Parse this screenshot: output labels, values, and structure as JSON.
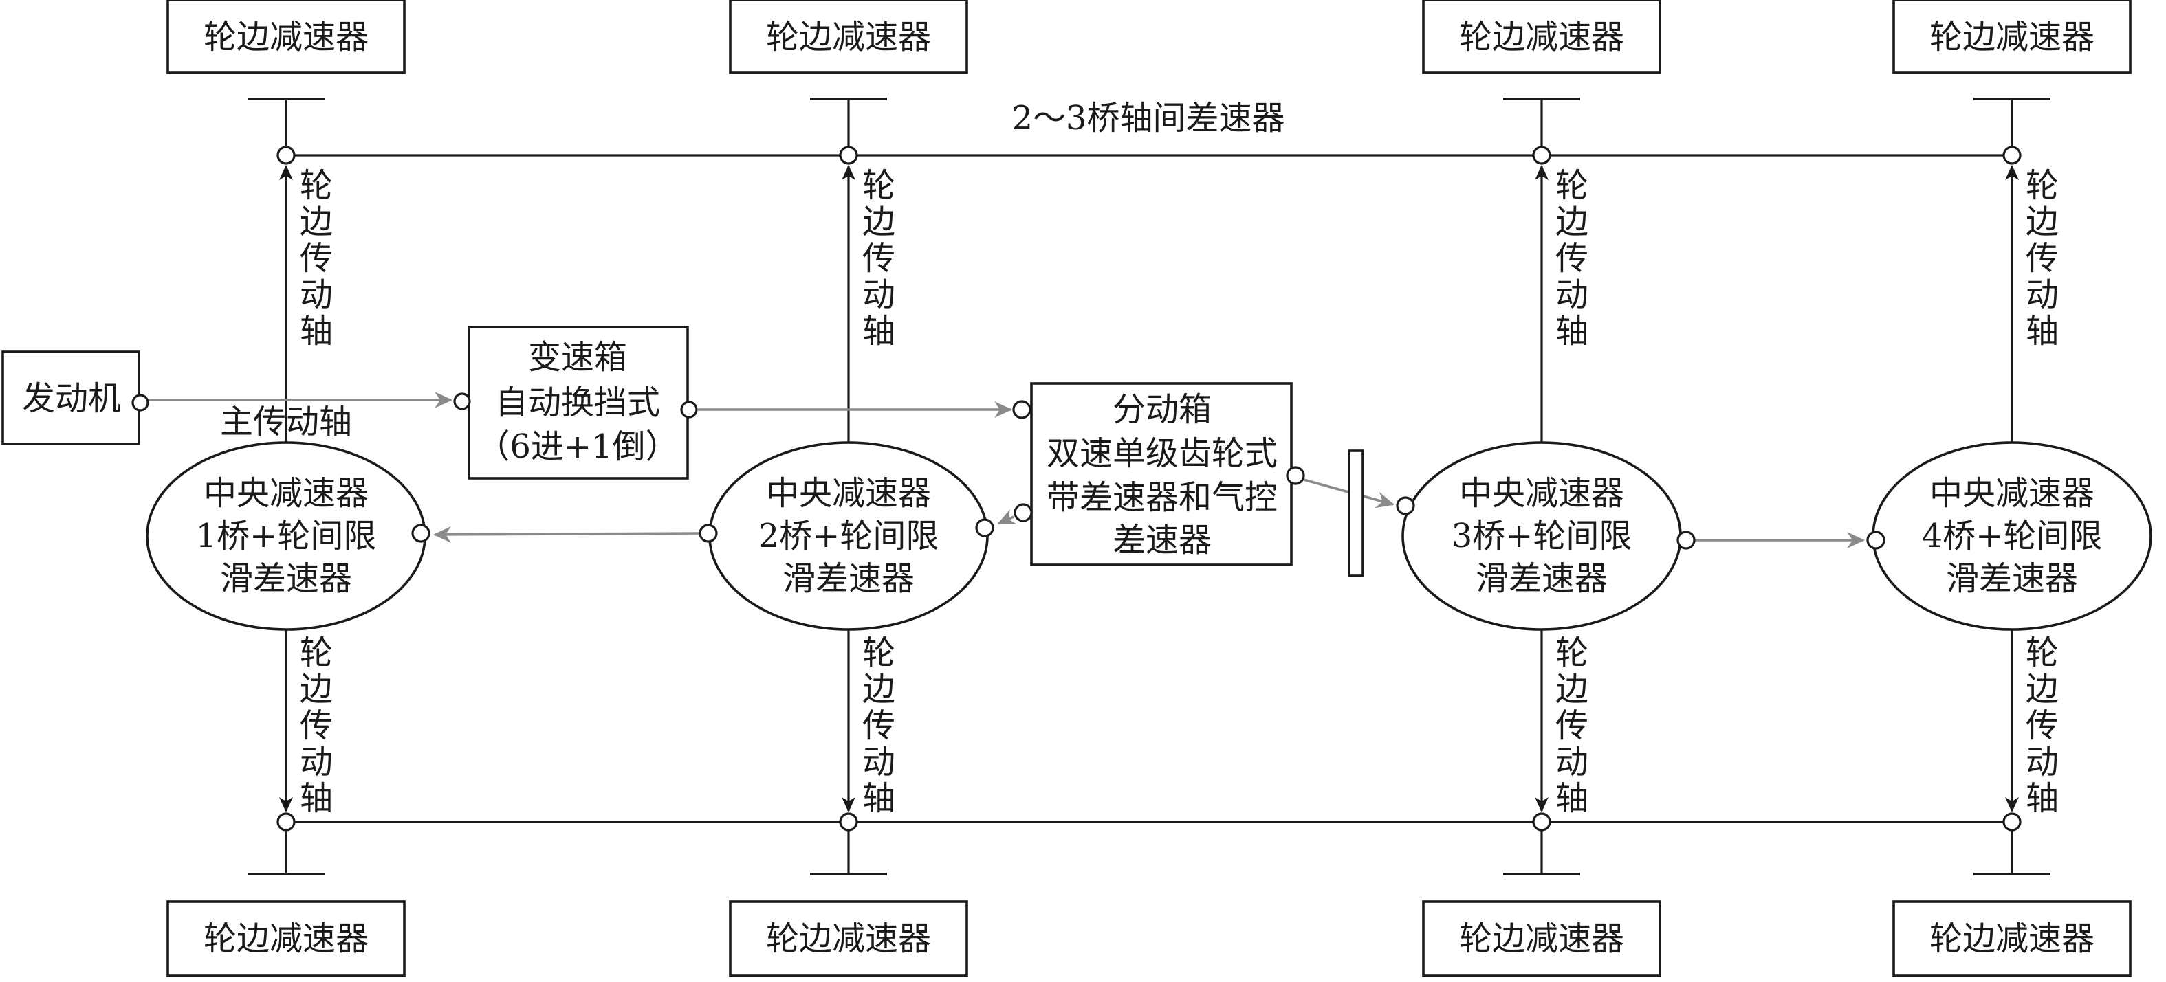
{
  "diagram": {
    "top_reducers": [
      "轮边减速器",
      "轮边减速器",
      "轮边减速器",
      "轮边减速器"
    ],
    "bottom_reducers": [
      "轮边减速器",
      "轮边减速器",
      "轮边减速器",
      "轮边减速器"
    ],
    "inter_axle_label": "2～3桥轴间差速器",
    "side_shaft_label": [
      "轮",
      "边",
      "传",
      "动",
      "轴"
    ],
    "engine": "发动机",
    "main_shaft": "主传动轴",
    "gearbox": [
      "变速箱",
      "自动换挡式",
      "（6进+1倒）"
    ],
    "transfer_case": [
      "分动箱",
      "双速单级齿轮式",
      "带差速器和气控",
      "差速器"
    ],
    "axles": [
      [
        "中央减速器",
        "1桥+轮间限",
        "滑差速器"
      ],
      [
        "中央减速器",
        "2桥+轮间限",
        "滑差速器"
      ],
      [
        "中央减速器",
        "3桥+轮间限",
        "滑差速器"
      ],
      [
        "中央减速器",
        "4桥+轮间限",
        "滑差速器"
      ]
    ],
    "colors": {
      "line": "#1a1a1a",
      "flow": "#8a8a8a"
    }
  }
}
